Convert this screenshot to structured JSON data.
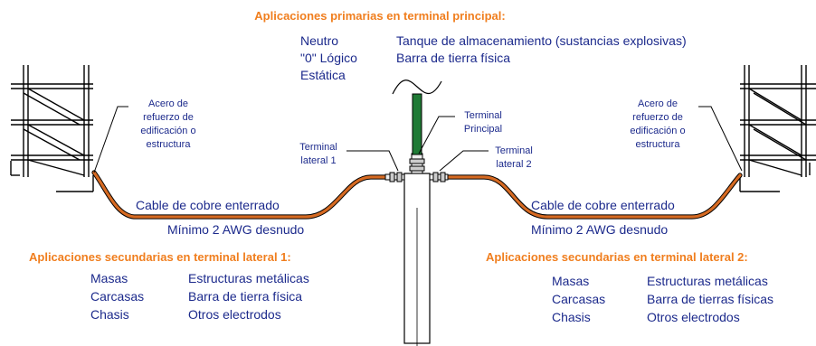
{
  "primary": {
    "title": "Aplicaciones primarias en terminal principal:",
    "col1": [
      "Neutro",
      "\"0\" Lógico",
      "Estática"
    ],
    "col2": [
      "Tanque de almacenamiento (sustancias explosivas)",
      "Barra de tierra física"
    ]
  },
  "left": {
    "steel_label": [
      "Acero de",
      "refuerzo de",
      "edificación o",
      "estructura"
    ],
    "terminal_label": [
      "Terminal",
      "lateral 1"
    ],
    "cable_label": [
      "Cable de cobre enterrado",
      "Mínimo 2 AWG desnudo"
    ],
    "secondary_title": "Aplicaciones secundarias en terminal lateral 1:",
    "col1": [
      "Masas",
      "Carcasas",
      "Chasis"
    ],
    "col2": [
      "Estructuras metálicas",
      "Barra de tierra física",
      "Otros electrodos"
    ]
  },
  "center": {
    "terminal_label": [
      "Terminal",
      "Principal"
    ]
  },
  "right": {
    "terminal_label": [
      "Terminal",
      "lateral 2"
    ],
    "steel_label": [
      "Acero de",
      "refuerzo de",
      "edificación o",
      "estructura"
    ],
    "cable_label": [
      "Cable de cobre enterrado",
      "Mínimo 2 AWG desnudo"
    ],
    "secondary_title": "Aplicaciones secundarias en terminal lateral 2:",
    "col1": [
      "Masas",
      "Carcasas",
      "Chasis"
    ],
    "col2": [
      "Estructuras metálicas",
      "Barra de tierras físicas",
      "Otros electrodos"
    ]
  },
  "colors": {
    "heading": "#f07e1e",
    "list_text": "#1c2a8c",
    "copper_cable": "#d66a22",
    "green_conductor": "#1f7a35",
    "line": "#000000"
  }
}
